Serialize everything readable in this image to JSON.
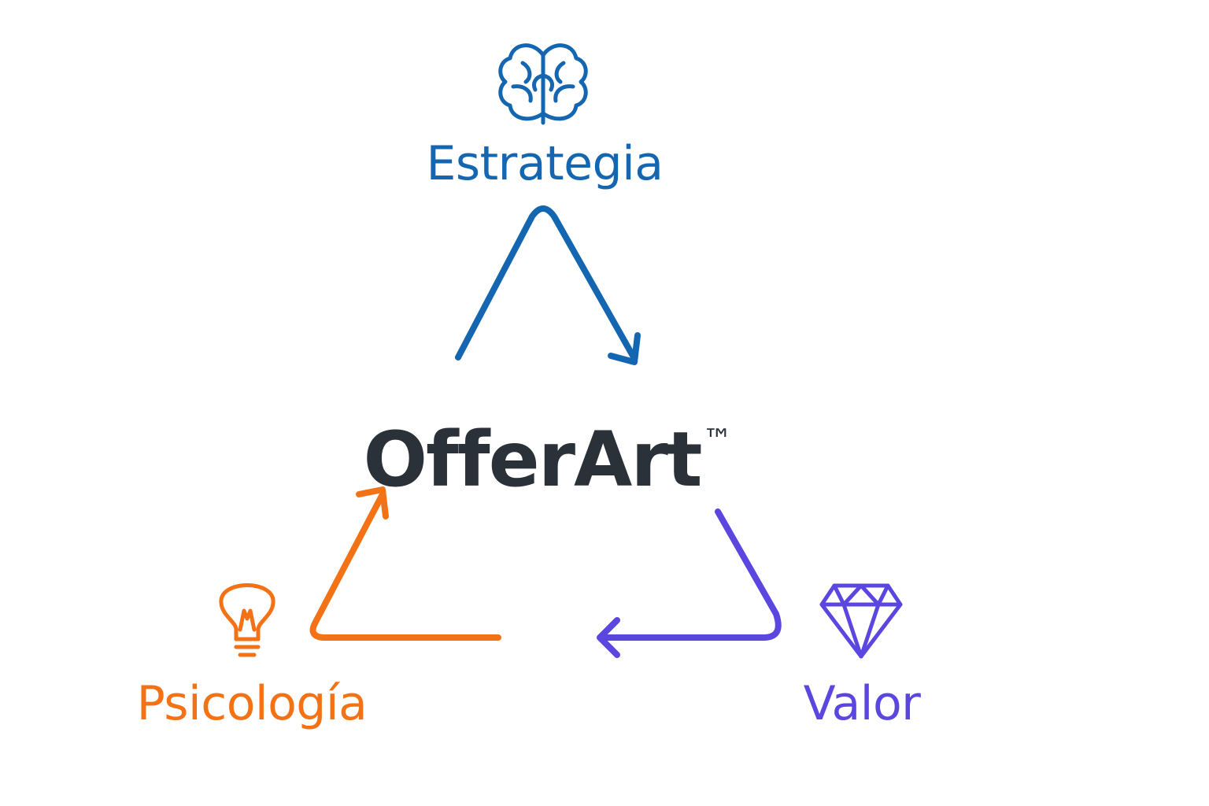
{
  "center": {
    "title": "OfferArt",
    "trademark": "™",
    "color": "#2b3138"
  },
  "nodes": {
    "estrategia": {
      "label": "Estrategia",
      "icon": "brain-icon",
      "color": "#1466b0"
    },
    "psicologia": {
      "label": "Psicología",
      "icon": "lightbulb-icon",
      "color": "#f47216"
    },
    "valor": {
      "label": "Valor",
      "icon": "diamond-icon",
      "color": "#5b46e0"
    }
  }
}
